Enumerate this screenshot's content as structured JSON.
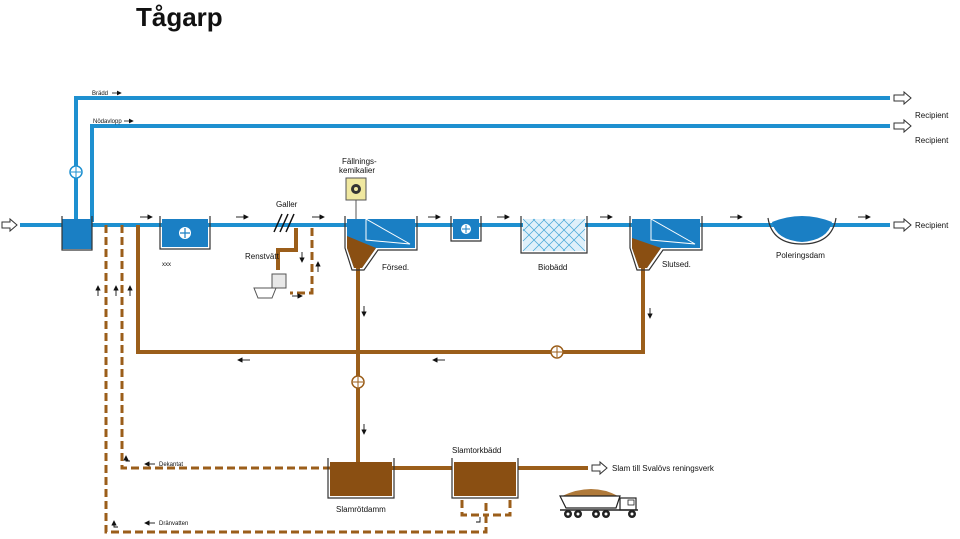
{
  "title": "Tågarp",
  "labels": {
    "bradd": "Brädd",
    "nodavlopp": "Nödavlopp",
    "recipient_top1": "Recipient",
    "recipient_top2": "Recipient",
    "recipient_main": "Recipient",
    "fallning_1": "Fällnings-",
    "fallning_2": "kemikalier",
    "galler": "Galler",
    "renstvatt": "Renstvätt",
    "xxx": "xxx",
    "forsed": "Försed.",
    "biobadd": "Biobädd",
    "slutsed": "Slutsed.",
    "poleringsdam": "Poleringsdam",
    "slamtorkbadd": "Slamtorkbädd",
    "slamrotdamm": "Slamrötdamm",
    "slam_till": "Slam till Svalövs reningsverk",
    "dekantat": "Dekantat",
    "dranvatten": "Dränvatten"
  },
  "colors": {
    "water": "#1e90d0",
    "sludge": "#9b5e1a",
    "sludge_fill": "#8a4f12",
    "water_fill": "#1a7fc4",
    "chem_box": "#f0e8a0"
  }
}
